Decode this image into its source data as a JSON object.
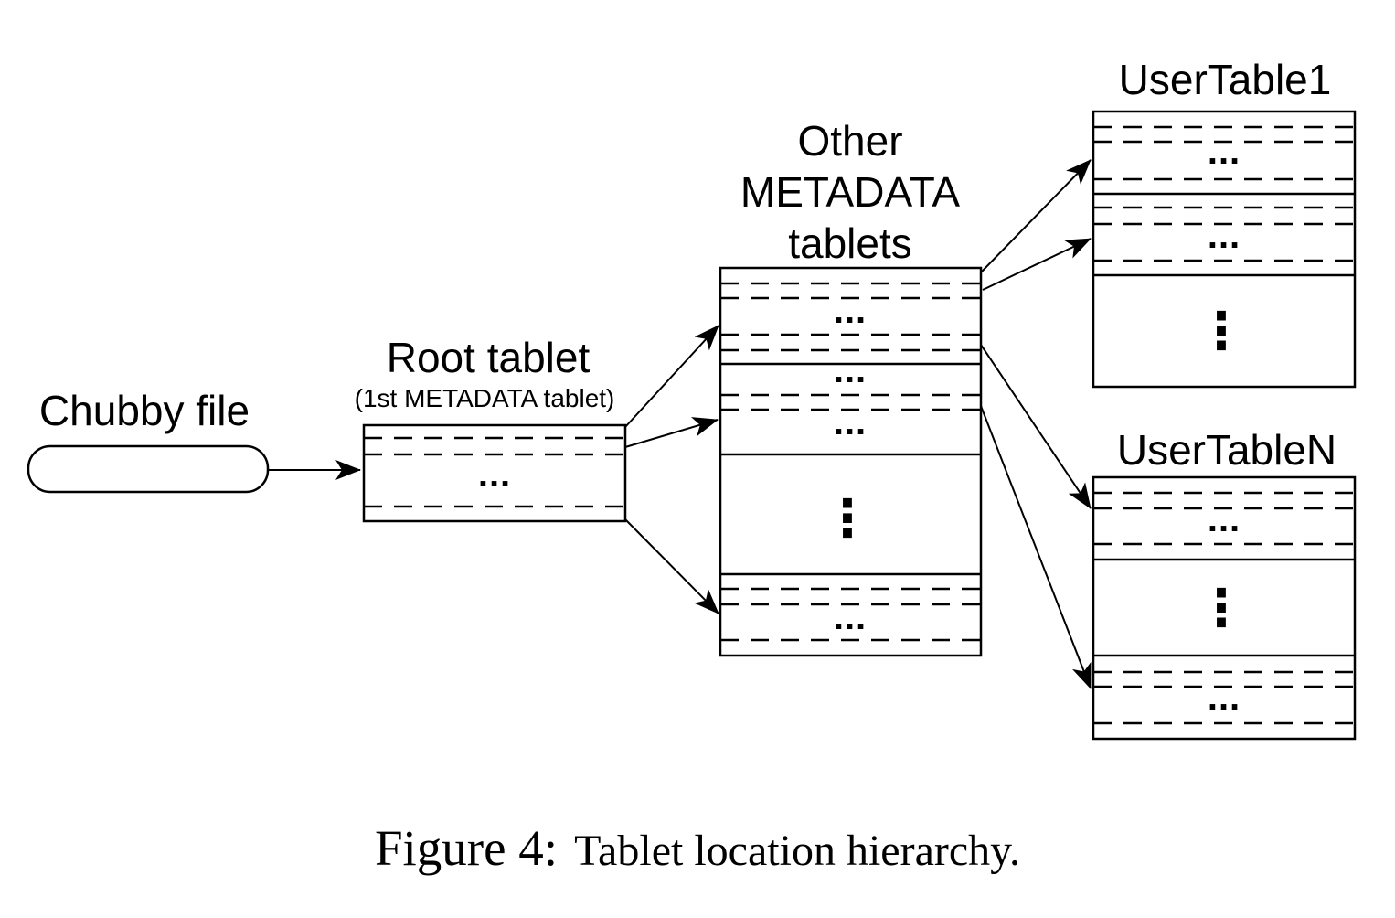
{
  "figure": {
    "caption": {
      "number": "Figure 4:",
      "text": "Tablet location hierarchy."
    }
  },
  "nodes": {
    "chubby_file": {
      "label": "Chubby file",
      "shape": "rounded-pill"
    },
    "root_tablet": {
      "title": "Root tablet",
      "subtitle": "(1st METADATA tablet)"
    },
    "other_metadata": {
      "title_lines": [
        "Other",
        "METADATA",
        "tablets"
      ]
    },
    "user_table_1": {
      "title": "UserTable1"
    },
    "user_table_n": {
      "title": "UserTableN"
    }
  },
  "glyphs": {
    "row_ellipsis": "...",
    "more_rows_ellipsis": "⋮"
  },
  "edges": [
    {
      "from": "chubby_file",
      "to": "root_tablet"
    },
    {
      "from": "root_tablet",
      "to": "other_metadata_tablets_row_1"
    },
    {
      "from": "root_tablet",
      "to": "other_metadata_tablets_row_2"
    },
    {
      "from": "root_tablet",
      "to": "other_metadata_tablets_row_3"
    },
    {
      "from": "other_metadata_tablets",
      "to": "user_table_1_section_1"
    },
    {
      "from": "other_metadata_tablets",
      "to": "user_table_1_section_2"
    },
    {
      "from": "other_metadata_tablets",
      "to": "user_table_n_section_1"
    },
    {
      "from": "other_metadata_tablets",
      "to": "user_table_n_section_3"
    }
  ]
}
